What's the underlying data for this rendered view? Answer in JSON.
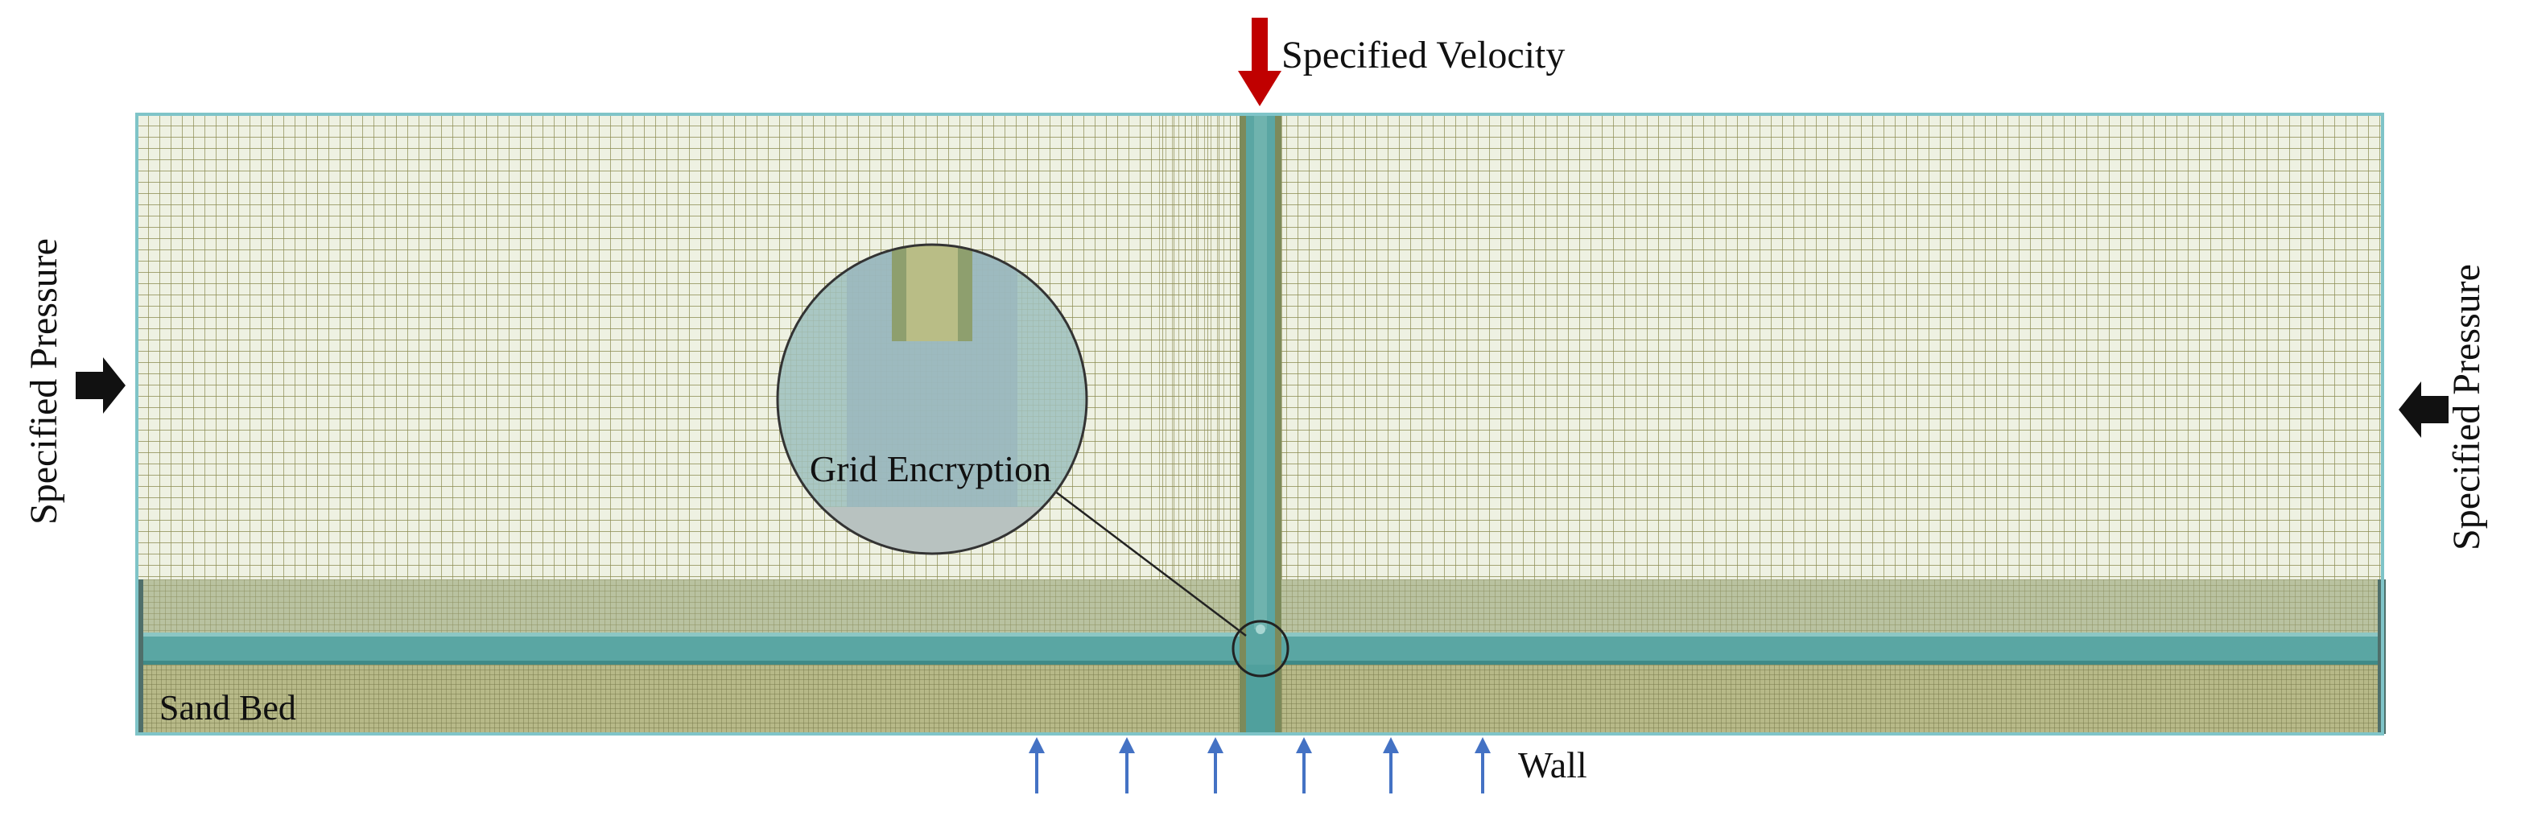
{
  "labels": {
    "top_boundary": "Specified Velocity",
    "left_boundary": "Specified Pressure",
    "right_boundary": "Specified Pressure",
    "bottom_boundary": "Wall",
    "bed_region": "Sand Bed",
    "zoom_callout": "Grid Encryption"
  },
  "colors": {
    "velocity_arrow": "#c00000",
    "pressure_arrow": "#111111",
    "wall_arrow": "#4472c4",
    "mesh_line": "#8a8a50",
    "mesh_fine": "#7a7a45",
    "domain_background": "#e8edd8",
    "domain_border": "#7fc4c8",
    "band": "#5aa6a3",
    "column": "#4f9f9c",
    "bed_fill": "#b7b988"
  },
  "icons": {
    "velocity_arrow": "arrow-down-icon",
    "left_pressure_arrow": "arrow-right-icon",
    "right_pressure_arrow": "arrow-left-icon",
    "wall_arrows": "arrow-up-icon"
  }
}
